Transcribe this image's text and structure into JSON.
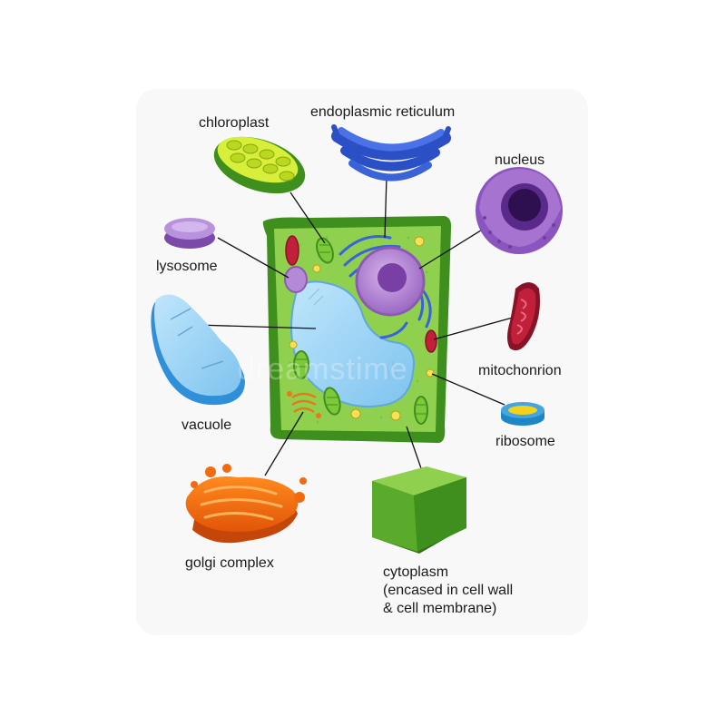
{
  "labels": {
    "chloroplast": "chloroplast",
    "endoplasmic_reticulum": "endoplasmic reticulum",
    "nucleus": "nucleus",
    "lysosome": "lysosome",
    "mitochondrion": "mitochonrion",
    "vacuole": "vacuole",
    "ribosome": "ribosome",
    "golgi_complex": "golgi complex",
    "cytoplasm": [
      "cytoplasm",
      "(encased in cell wall",
      "& cell membrane)"
    ]
  },
  "watermark": "dreamstime",
  "colors": {
    "cell_wall": "#3f8f1e",
    "cytoplasm": "#8fd14f",
    "vacuole": "#9fd3f5",
    "nucleus": "#b07fd0",
    "nucleolus": "#7a3fa5",
    "chloroplast": "#8cc63f",
    "mitochondrion": "#c0203a",
    "endoplasmic_reticulum": "#3a63d8",
    "golgi": "#f26a10",
    "ribosome": "#f5d21a",
    "lysosome": "#9a67c6",
    "leader_line": "#111111"
  }
}
